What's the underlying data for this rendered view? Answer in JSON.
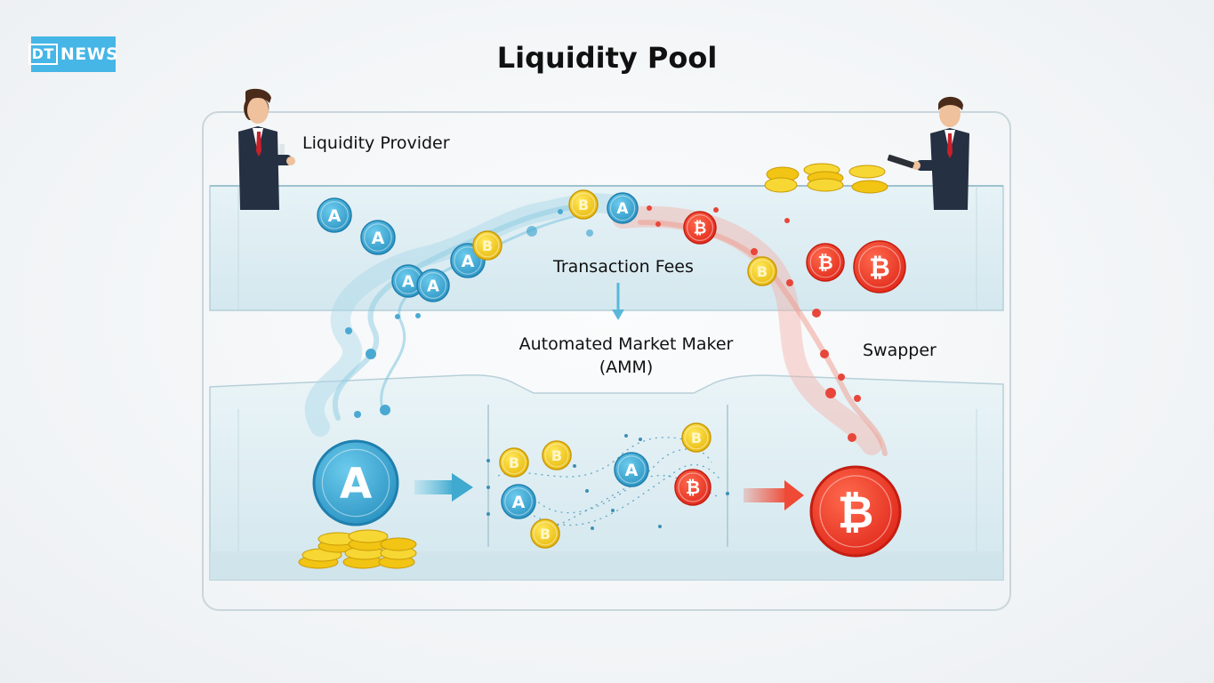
{
  "brand": {
    "logo_prefix": "DT",
    "logo_suffix": "NEWS"
  },
  "title": "Liquidity Pool",
  "labels": {
    "provider": "Liquidity Provider",
    "fees": "Transaction Fees",
    "amm_line1": "Automated Market Maker",
    "amm_line2": "(AMM)",
    "swapper": "Swapper"
  },
  "tokens": {
    "a": "A",
    "b": "B",
    "btc": "₿"
  },
  "colors": {
    "token_a": "#3aa8d4",
    "token_b": "#f2d21c",
    "token_btc": "#ef3d2a",
    "arrow_in": "#5fc0de",
    "arrow_out": "#ef4a35",
    "water": "#d6e9f0"
  }
}
